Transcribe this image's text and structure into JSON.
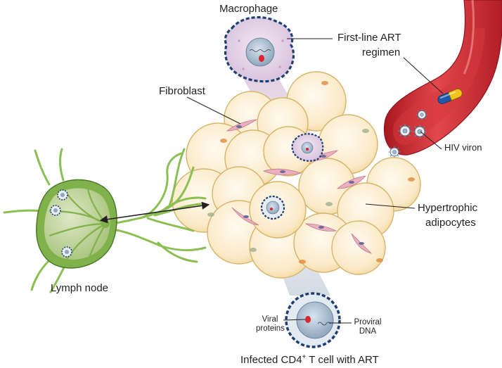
{
  "labels": {
    "macrophage": "Macrophage",
    "first_line_art": "First-line ART",
    "regimen": "regimen",
    "fibroblast": "Fibroblast",
    "hiv_virion": "HIV viron",
    "hypertrophic": "Hypertrophic",
    "adipocytes": "adipocytes",
    "lymph_node": "Lymph node",
    "viral": "Viral",
    "proteins": "proteins",
    "proviral": "Proviral",
    "dna": "DNA",
    "infected_cell_main": "Infected CD4",
    "infected_cell_sup": "+",
    "infected_cell_tail": " T cell with ART"
  },
  "colors": {
    "adipocyte_fill": "#fbe9c6",
    "adipocyte_stroke": "#d9b86a",
    "fibroblast": "#e9a9b8",
    "lymph_node": "#7fb24a",
    "vessel": "#c8232c",
    "cell_border_dashes": "#1f3f73",
    "macrophage": "#e3d1e6",
    "nucleus": "#9cb3c8",
    "capsule_yellow": "#f2c31b",
    "capsule_blue": "#1e5aa8"
  },
  "icons": [
    "hiv-virion-icon",
    "art-capsule-icon",
    "double-arrow-icon"
  ]
}
